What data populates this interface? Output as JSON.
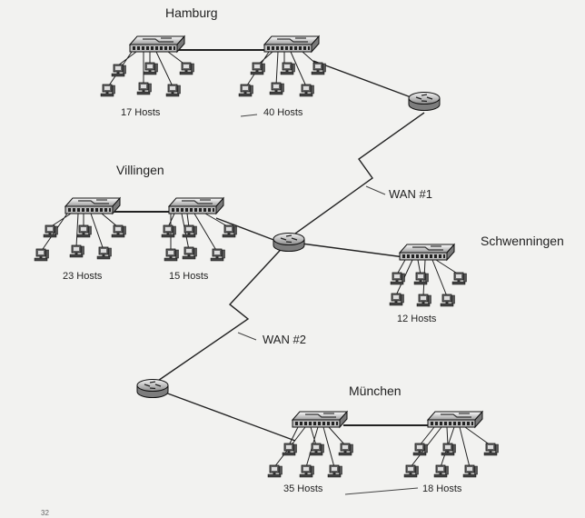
{
  "sites": {
    "hamburg": "Hamburg",
    "villingen": "Villingen",
    "schwenningen": "Schwenningen",
    "muenchen": "München"
  },
  "hosts": {
    "hamburg_1": "17 Hosts",
    "hamburg_2": "40 Hosts",
    "villingen_1": "23 Hosts",
    "villingen_2": "15 Hosts",
    "schwenningen_1": "12 Hosts",
    "muenchen_1": "35 Hosts",
    "muenchen_2": "18 Hosts"
  },
  "wan_links": {
    "wan1": "WAN #1",
    "wan2": "WAN #2"
  },
  "page_number": "32"
}
